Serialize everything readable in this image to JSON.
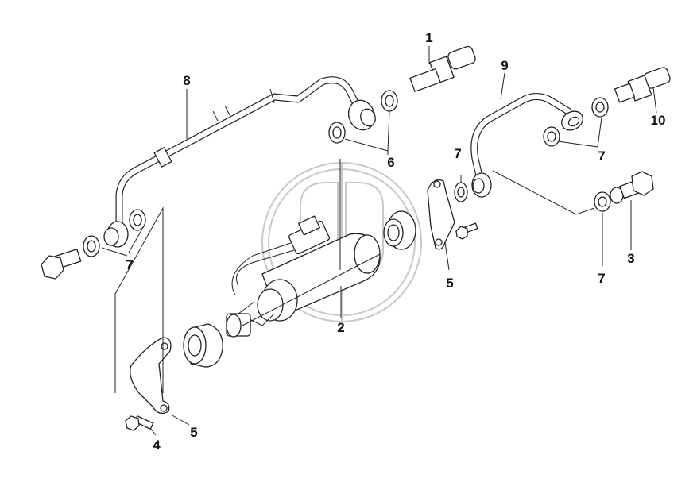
{
  "diagram": {
    "callouts": [
      {
        "id": "c1",
        "label": "1"
      },
      {
        "id": "c2",
        "label": "2"
      },
      {
        "id": "c3",
        "label": "3"
      },
      {
        "id": "c4",
        "label": "4"
      },
      {
        "id": "c5a",
        "label": "5"
      },
      {
        "id": "c5b",
        "label": "5"
      },
      {
        "id": "c6",
        "label": "6"
      },
      {
        "id": "c7a",
        "label": "7"
      },
      {
        "id": "c7b",
        "label": "7"
      },
      {
        "id": "c7c",
        "label": "7"
      },
      {
        "id": "c7d",
        "label": "7"
      },
      {
        "id": "c8",
        "label": "8"
      },
      {
        "id": "c9",
        "label": "9"
      },
      {
        "id": "c10",
        "label": "10"
      }
    ],
    "watermark": "logo-watermark"
  },
  "colors": {
    "line": "#222222",
    "watermark": "#c8c8c8",
    "background": "#ffffff"
  }
}
